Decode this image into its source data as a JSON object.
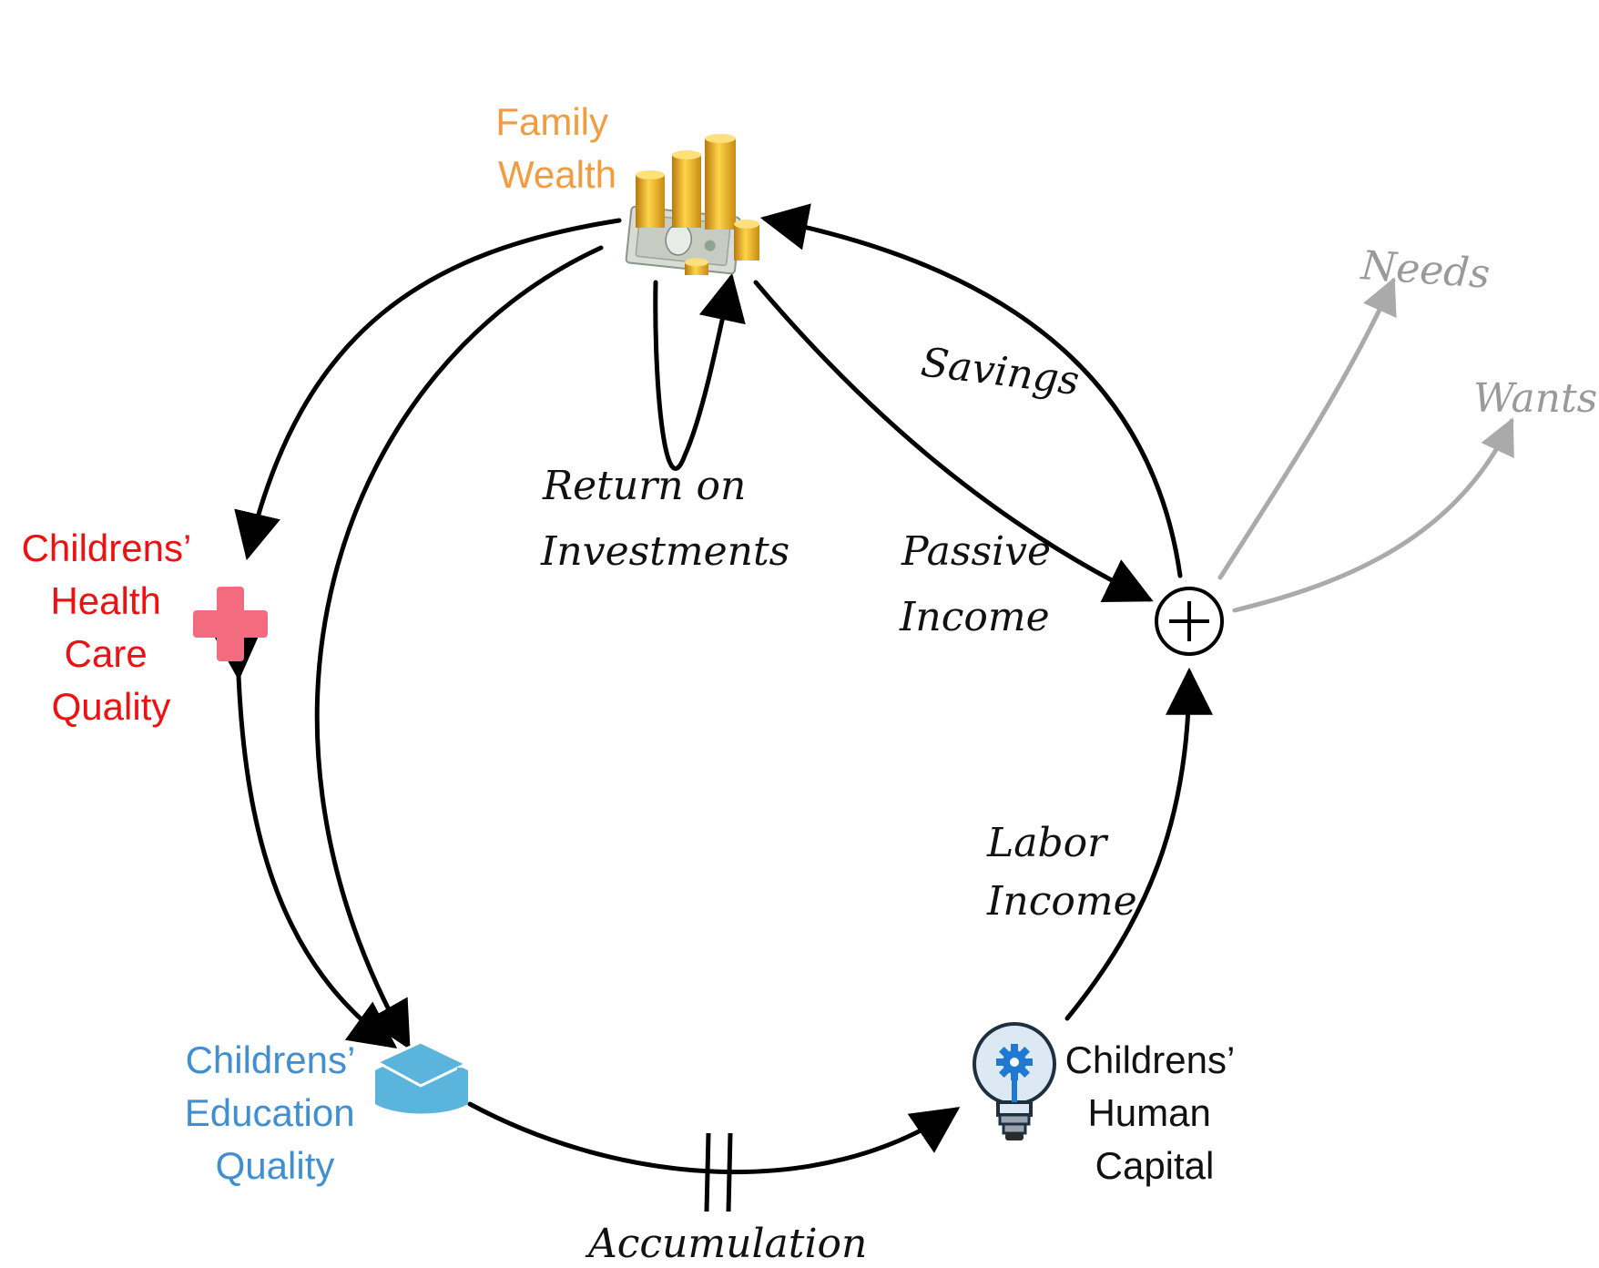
{
  "nodes": {
    "family_wealth": {
      "lines": [
        "Family",
        "Wealth"
      ],
      "color": "#f39c3f"
    },
    "health_care": {
      "lines": [
        "Childrens’",
        "Health",
        "Care",
        "Quality"
      ],
      "color": "#ee1111"
    },
    "education": {
      "lines": [
        "Childrens’",
        "Education",
        "Quality"
      ],
      "color": "#3f8fd2"
    },
    "human_capital": {
      "lines": [
        "Childrens’",
        "Human",
        "Capital"
      ],
      "color": "#111111"
    }
  },
  "edges": {
    "savings": "Savings",
    "return_on_investments": [
      "Return on",
      "Investments"
    ],
    "passive_income": [
      "Passive",
      "Income"
    ],
    "labor_income": [
      "Labor",
      "Income"
    ],
    "accumulation": "Accumulation",
    "needs": "Needs",
    "wants": "Wants"
  },
  "icons": {
    "sum_junction": "circled-plus-icon",
    "family_wealth": "money-coins-icon",
    "health_care": "medical-cross-icon",
    "education": "graduation-cap-icon",
    "human_capital": "lightbulb-gear-icon"
  },
  "colors": {
    "edge": "#000000",
    "outflow": "#aaaaaa",
    "cross": "#f36b7f",
    "cap": "#5ab4dc",
    "bulb_gear": "#1f78d1"
  }
}
